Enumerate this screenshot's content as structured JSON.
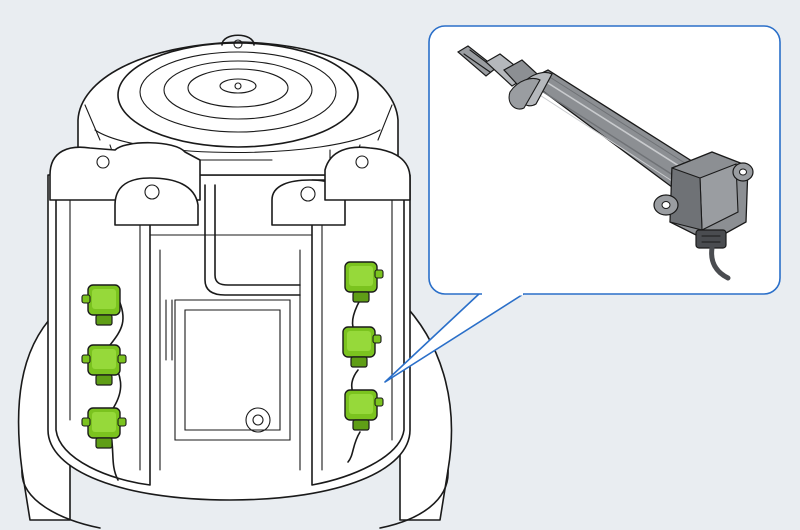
{
  "colors": {
    "background": "#e9edf1",
    "line": "#1a1a1a",
    "callout_border": "#2a6fc9",
    "coil_highlight": "#7bc31f",
    "coil_shadow": "#4e8a12",
    "detail_metal": "#8c8f93"
  },
  "highlighted_parts": {
    "left_bank_count": 3,
    "right_bank_count": 3
  },
  "callout": {
    "shape": "rounded-rectangle",
    "points_to": "right-bank-lower-coil"
  },
  "icons": [
    "ignition-coil-icon",
    "spark-plug-boot-icon",
    "connector-icon"
  ]
}
